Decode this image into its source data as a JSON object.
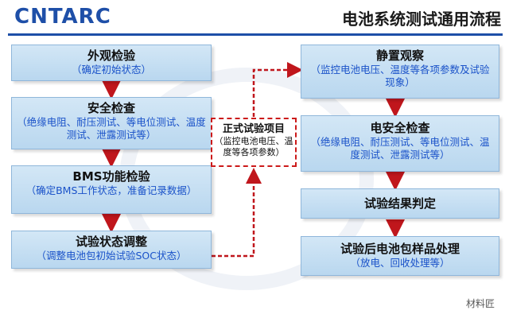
{
  "header": {
    "logo_text": "CNTARC",
    "title": "电池系统测试通用流程"
  },
  "left_steps": [
    {
      "title": "外观检验",
      "desc": "（确定初始状态）"
    },
    {
      "title": "安全检查",
      "desc": "（绝缘电阻、耐压测试、等电位测试、温度测试、泄露测试等）"
    },
    {
      "title": "BMS功能检验",
      "desc": "（确定BMS工作状态，准备记录数据）"
    },
    {
      "title": "试验状态调整",
      "desc": "（调整电池包初始试验SOC状态）"
    }
  ],
  "center": {
    "title": "正式试验项目",
    "desc": "（监控电池电压、温度等各项参数）"
  },
  "right_steps": [
    {
      "title": "静置观察",
      "desc": "（监控电池电压、温度等各项参数及试验现象）"
    },
    {
      "title": "电安全检查",
      "desc": "（绝缘电阻、耐压测试、等电位测试、温度测试、泄露测试等）"
    },
    {
      "title": "试验结果判定",
      "desc": ""
    },
    {
      "title": "试验后电池包样品处理",
      "desc": "（放电、回收处理等）"
    }
  ],
  "footer": {
    "watermark": "材料匠"
  },
  "colors": {
    "box_fill": "#c6e0f4",
    "box_border": "#8fb6da",
    "desc_text": "#1a52c9",
    "arrow": "#c0161c",
    "brand": "#1e4fa8"
  }
}
